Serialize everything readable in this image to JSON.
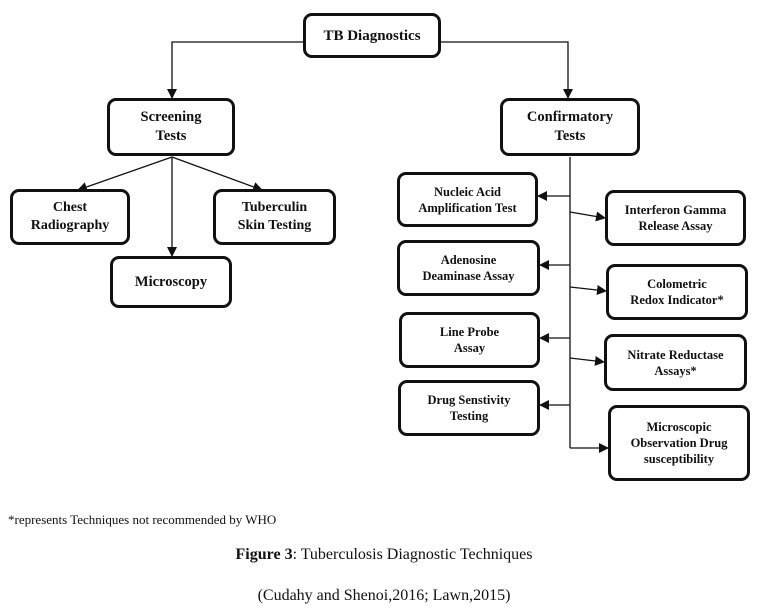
{
  "diagram": {
    "root": "TB Diagnostics",
    "screening": {
      "title": "Screening\nTests",
      "items": [
        "Chest\nRadiography",
        "Microscopy",
        "Tuberculin\nSkin Testing"
      ]
    },
    "confirmatory": {
      "title": "Confirmatory\nTests",
      "left_items": [
        "Nucleic Acid\nAmplification Test",
        "Adenosine\nDeaminase  Assay",
        "Line Probe\nAssay",
        "Drug Senstivity\nTesting"
      ],
      "right_items": [
        "Interferon Gamma\nRelease Assay",
        "Colometric\nRedox Indicator*",
        "Nitrate Reductase\nAssays*",
        "Microscopic\nObservation Drug\nsusceptibility"
      ]
    }
  },
  "footnote": "*represents Techniques not recommended by WHO",
  "caption": {
    "label": "Figure 3",
    "text": ": Tuberculosis Diagnostic Techniques"
  },
  "citation": "(Cudahy and Shenoi,2016; Lawn,2015)"
}
